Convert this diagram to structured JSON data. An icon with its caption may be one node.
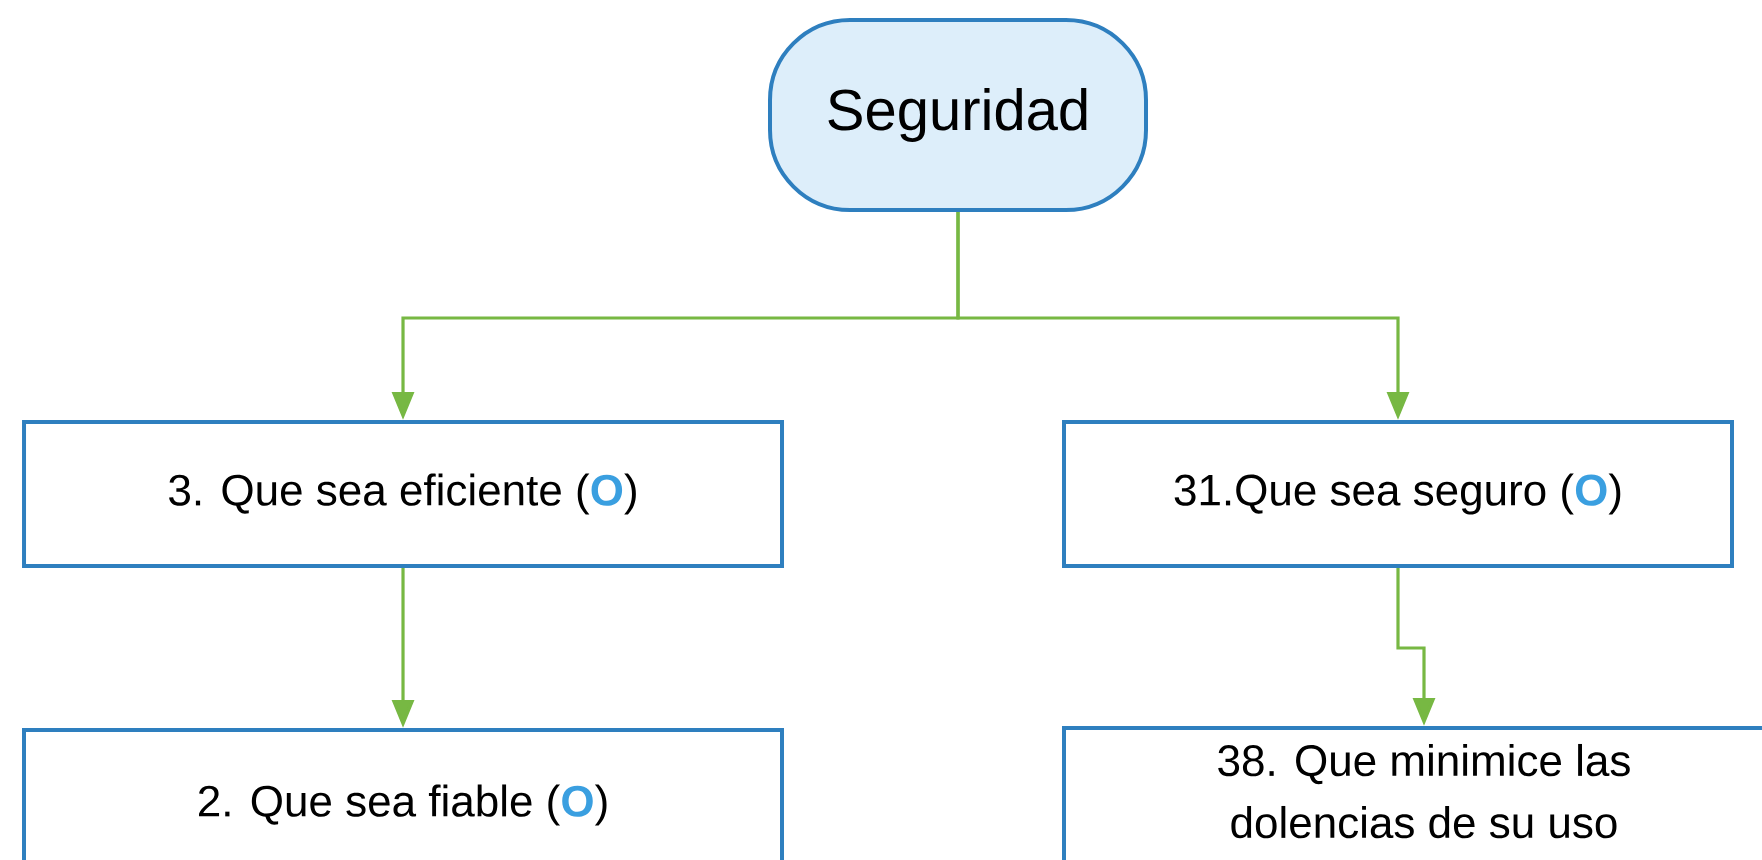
{
  "diagram": {
    "nodes": [
      {
        "text": [
          "Seguridad"
        ]
      },
      {
        "text": [
          "3. Que sea eficiente (**O**)"
        ]
      },
      {
        "text": [
          "31.Que sea seguro (**O**)"
        ]
      },
      {
        "text": [
          "2. Que sea fiable (**O**)"
        ]
      },
      {
        "text": [
          "38. Que minimice las dolencias de su uso"
        ]
      }
    ],
    "edges": [
      {
        "from": 0,
        "to": 1,
        "arrow": "to"
      },
      {
        "from": 0,
        "to": 2,
        "arrow": "to"
      },
      {
        "from": 1,
        "to": 3,
        "arrow": "to"
      },
      {
        "from": 2,
        "to": 4,
        "arrow": "to"
      }
    ]
  }
}
